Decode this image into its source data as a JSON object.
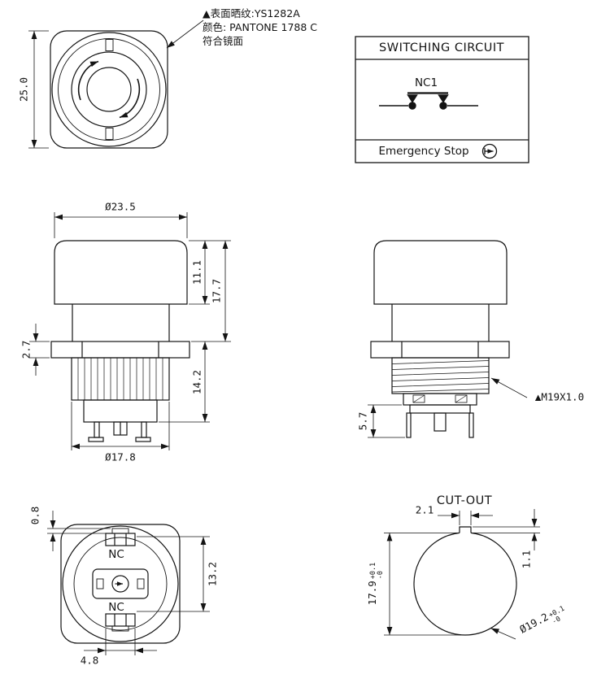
{
  "annotation": {
    "line1": "▲表面晒纹:YS1282A",
    "line2": "颜色: PANTONE 1788 C",
    "line3": "符合镜面"
  },
  "top_view": {
    "dim_height": "25.0"
  },
  "switching_circuit": {
    "title": "SWITCHING CIRCUIT",
    "contact": "NC1",
    "footer": "Emergency Stop"
  },
  "front_view": {
    "dia_head": "Ø23.5",
    "head_height": "11.1",
    "upper_height": "17.7",
    "flange_thickness": "2.7",
    "lower_height": "14.2",
    "dia_body": "Ø17.8"
  },
  "side_view": {
    "thread_spec": "▲M19X1.0",
    "pin_length": "5.7"
  },
  "bottom_view": {
    "nc_top": "NC",
    "nc_bottom": "NC",
    "dim_offset": "0.8",
    "dim_span": "13.2",
    "dim_slot": "4.8"
  },
  "cutout": {
    "title": "CUT-OUT",
    "notch_width": "2.1",
    "notch_depth": "1.1",
    "height": "17.9",
    "height_tol_plus": "+0.1",
    "height_tol_minus": "-0",
    "dia": "Ø19.2",
    "dia_tol_plus": "+0.1",
    "dia_tol_minus": "-0"
  }
}
